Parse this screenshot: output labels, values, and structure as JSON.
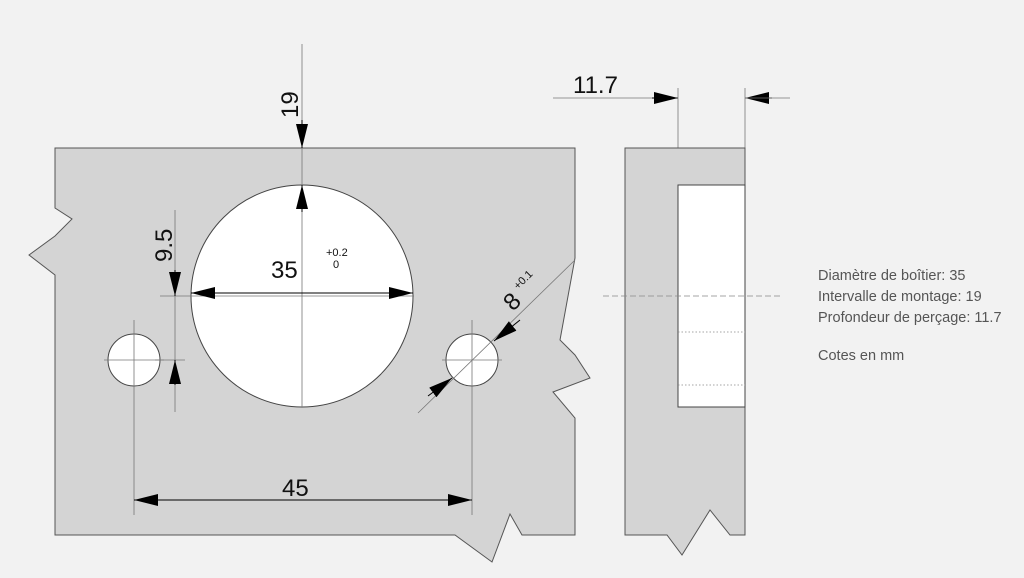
{
  "dimensions": {
    "edge_distance": "19",
    "cup_diameter": "35",
    "cup_tol_upper": "+0.2",
    "cup_tol_lower": "0",
    "screw_offset": "9.5",
    "screw_spacing": "45",
    "screw_hole": "8",
    "screw_hole_tol": "+0.1",
    "side_width": "11.7"
  },
  "legend": {
    "cup_diameter": "Diamètre de boîtier: 35",
    "mounting_interval": "Intervalle de montage: 19",
    "drilling_depth": "Profondeur de perçage: 11.7",
    "units": "Cotes en mm"
  },
  "colors": {
    "background": "#f2f2f2",
    "panel_fill": "#d4d4d4",
    "outline": "#555555",
    "hole_fill": "#ffffff",
    "dimension": "#111111"
  }
}
